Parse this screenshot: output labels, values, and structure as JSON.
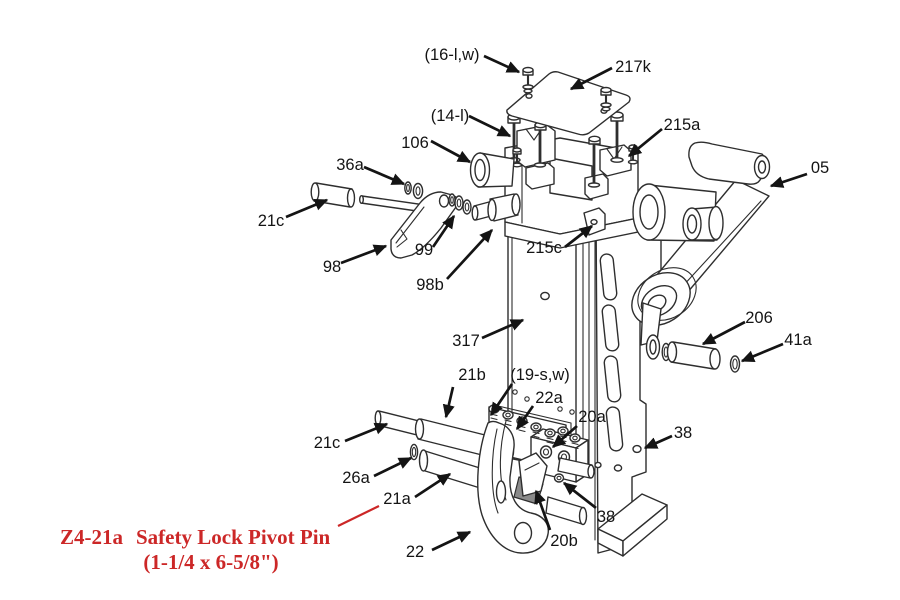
{
  "colors": {
    "bg": "#ffffff",
    "line": "#2e2e2e",
    "ink": "#141414",
    "red": "#cc2727"
  },
  "labels": [
    {
      "id": "16lw",
      "text": "(16-l,w)"
    },
    {
      "id": "217k",
      "text": "217k"
    },
    {
      "id": "14l",
      "text": "(14-l)"
    },
    {
      "id": "215a",
      "text": "215a"
    },
    {
      "id": "106",
      "text": "106"
    },
    {
      "id": "05",
      "text": "05"
    },
    {
      "id": "36a",
      "text": "36a"
    },
    {
      "id": "21c-top",
      "text": "21c"
    },
    {
      "id": "98",
      "text": "98"
    },
    {
      "id": "99",
      "text": "99"
    },
    {
      "id": "98b",
      "text": "98b"
    },
    {
      "id": "215c",
      "text": "215c"
    },
    {
      "id": "317",
      "text": "317"
    },
    {
      "id": "206",
      "text": "206"
    },
    {
      "id": "41a",
      "text": "41a"
    },
    {
      "id": "38-right",
      "text": "38"
    },
    {
      "id": "21b",
      "text": "21b"
    },
    {
      "id": "19sw",
      "text": "(19-s,w)"
    },
    {
      "id": "22a",
      "text": "22a"
    },
    {
      "id": "20a",
      "text": "20a"
    },
    {
      "id": "38-bottom",
      "text": "38"
    },
    {
      "id": "20b",
      "text": "20b"
    },
    {
      "id": "21c-bottom",
      "text": "21c"
    },
    {
      "id": "26a",
      "text": "26a"
    },
    {
      "id": "21a",
      "text": "21a"
    },
    {
      "id": "22",
      "text": "22"
    }
  ],
  "callout": {
    "part": "Z4-21a",
    "name": "Safety Lock Pivot Pin",
    "size": "(1-1/4 x 6-5/8\")"
  }
}
